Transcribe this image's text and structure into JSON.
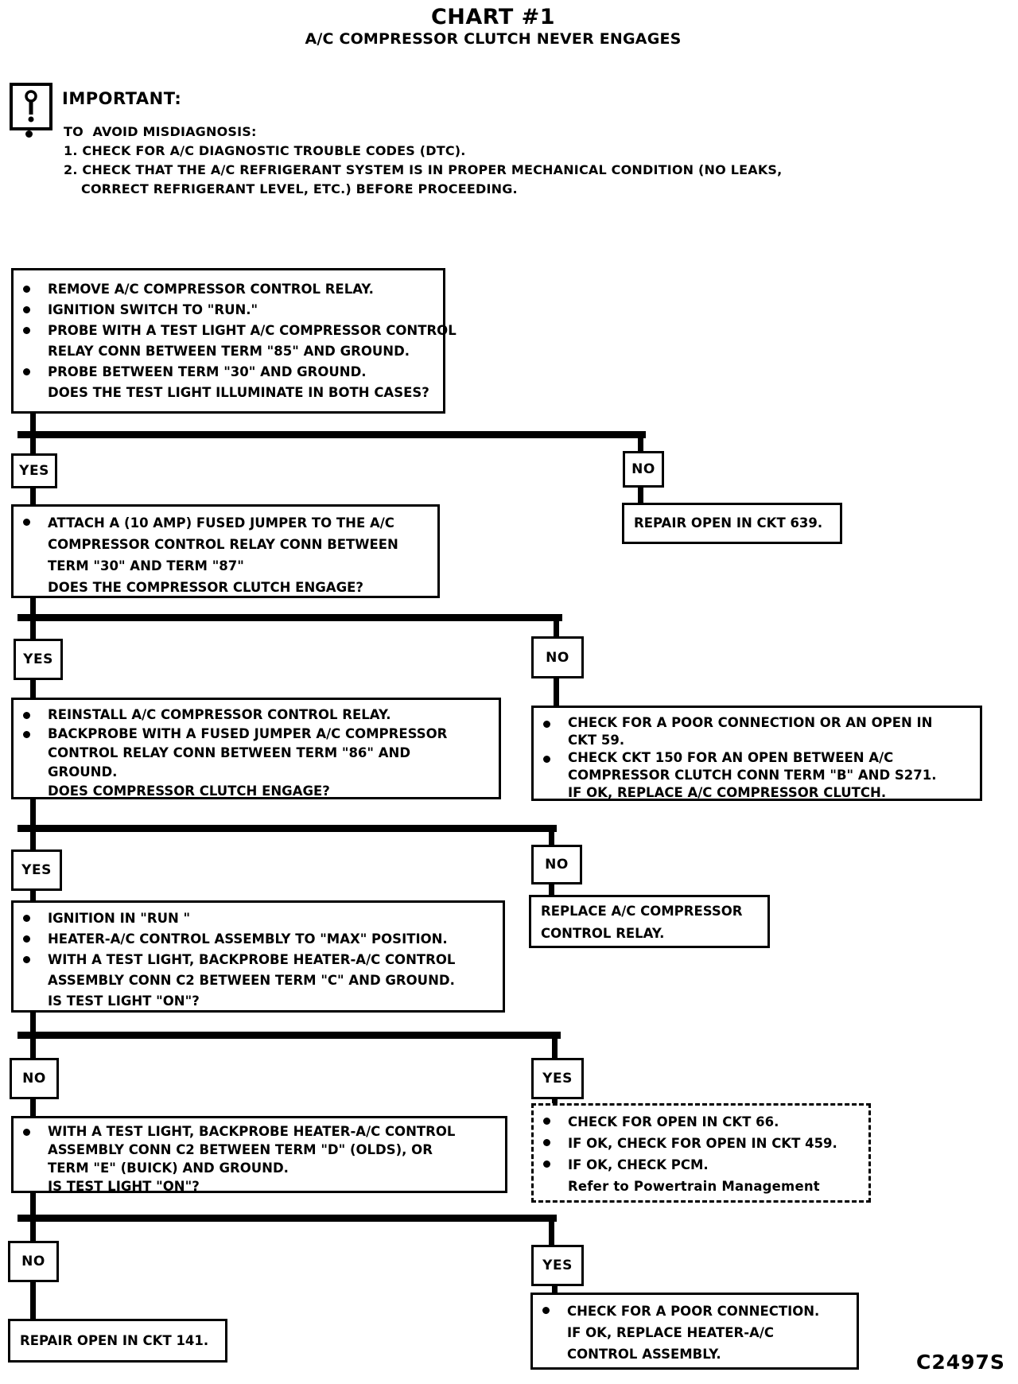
{
  "page": {
    "paper_color": "#ffffff",
    "ink_color": "#000000"
  },
  "header": {
    "title": "CHART #1",
    "subtitle": "A/C COMPRESSOR CLUTCH NEVER ENGAGES",
    "important_label": "IMPORTANT:",
    "notes_heading": "TO  AVOID MISDIAGNOSIS:",
    "note_1": "1. CHECK FOR A/C DIAGNOSTIC TROUBLE CODES (DTC).",
    "note_2_line1": "2. CHECK THAT THE A/C REFRIGERANT SYSTEM IS IN PROPER MECHANICAL CONDITION (NO LEAKS,",
    "note_2_line2": "CORRECT REFRIGERANT LEVEL, ETC.) BEFORE PROCEEDING."
  },
  "labels": {
    "yes": "YES",
    "no": "NO"
  },
  "flow": {
    "step1": {
      "rows": [
        "REMOVE A/C COMPRESSOR CONTROL RELAY.",
        "IGNITION SWITCH TO \"RUN.\"",
        "PROBE WITH A TEST LIGHT A/C COMPRESSOR CONTROL",
        "RELAY CONN BETWEEN TERM \"85\" AND GROUND.",
        "PROBE BETWEEN TERM \"30\" AND GROUND.",
        "DOES THE TEST LIGHT ILLUMINATE IN BOTH CASES?"
      ]
    },
    "step1_no": {
      "rows": [
        "REPAIR OPEN IN CKT 639."
      ]
    },
    "step2": {
      "rows": [
        "ATTACH A (10 AMP) FUSED JUMPER TO THE A/C",
        "COMPRESSOR CONTROL RELAY CONN BETWEEN",
        "TERM \"30\" AND TERM \"87\"",
        "DOES THE COMPRESSOR CLUTCH ENGAGE?"
      ]
    },
    "step2_no": {
      "rows": [
        "CHECK FOR A POOR CONNECTION OR AN OPEN IN",
        "CKT 59.",
        "CHECK CKT 150 FOR AN OPEN BETWEEN A/C",
        "COMPRESSOR CLUTCH CONN TERM \"B\" AND S271.",
        "IF OK, REPLACE A/C COMPRESSOR CLUTCH."
      ]
    },
    "step3": {
      "rows": [
        "REINSTALL A/C COMPRESSOR CONTROL RELAY.",
        "BACKPROBE WITH A FUSED JUMPER A/C COMPRESSOR",
        "CONTROL RELAY CONN BETWEEN TERM \"86\" AND",
        "GROUND.",
        "DOES COMPRESSOR CLUTCH ENGAGE?"
      ]
    },
    "step3_no": {
      "rows": [
        "REPLACE A/C COMPRESSOR",
        "CONTROL RELAY."
      ]
    },
    "step4": {
      "rows": [
        "IGNITION IN \"RUN \"",
        "HEATER-A/C CONTROL ASSEMBLY TO \"MAX\" POSITION.",
        "WITH A TEST LIGHT, BACKPROBE HEATER-A/C CONTROL",
        "ASSEMBLY CONN C2 BETWEEN TERM \"C\" AND GROUND.",
        "IS TEST LIGHT \"ON\"?"
      ]
    },
    "step4_yes": {
      "rows": [
        "CHECK FOR OPEN IN CKT 66.",
        "IF OK, CHECK FOR OPEN IN CKT 459.",
        "IF OK, CHECK PCM.",
        "Refer to Powertrain Management"
      ]
    },
    "step5": {
      "rows": [
        "WITH A TEST LIGHT, BACKPROBE HEATER-A/C CONTROL",
        "ASSEMBLY CONN C2 BETWEEN TERM \"D\" (OLDS), OR",
        "TERM \"E\" (BUICK) AND GROUND.",
        "IS TEST LIGHT \"ON\"?"
      ]
    },
    "step5_no": {
      "rows": [
        "REPAIR OPEN IN CKT 141."
      ]
    },
    "step5_yes": {
      "rows": [
        "CHECK FOR A POOR CONNECTION.",
        "IF OK, REPLACE HEATER-A/C",
        "CONTROL ASSEMBLY."
      ]
    }
  },
  "footer": {
    "figure_code": "C2497S"
  }
}
